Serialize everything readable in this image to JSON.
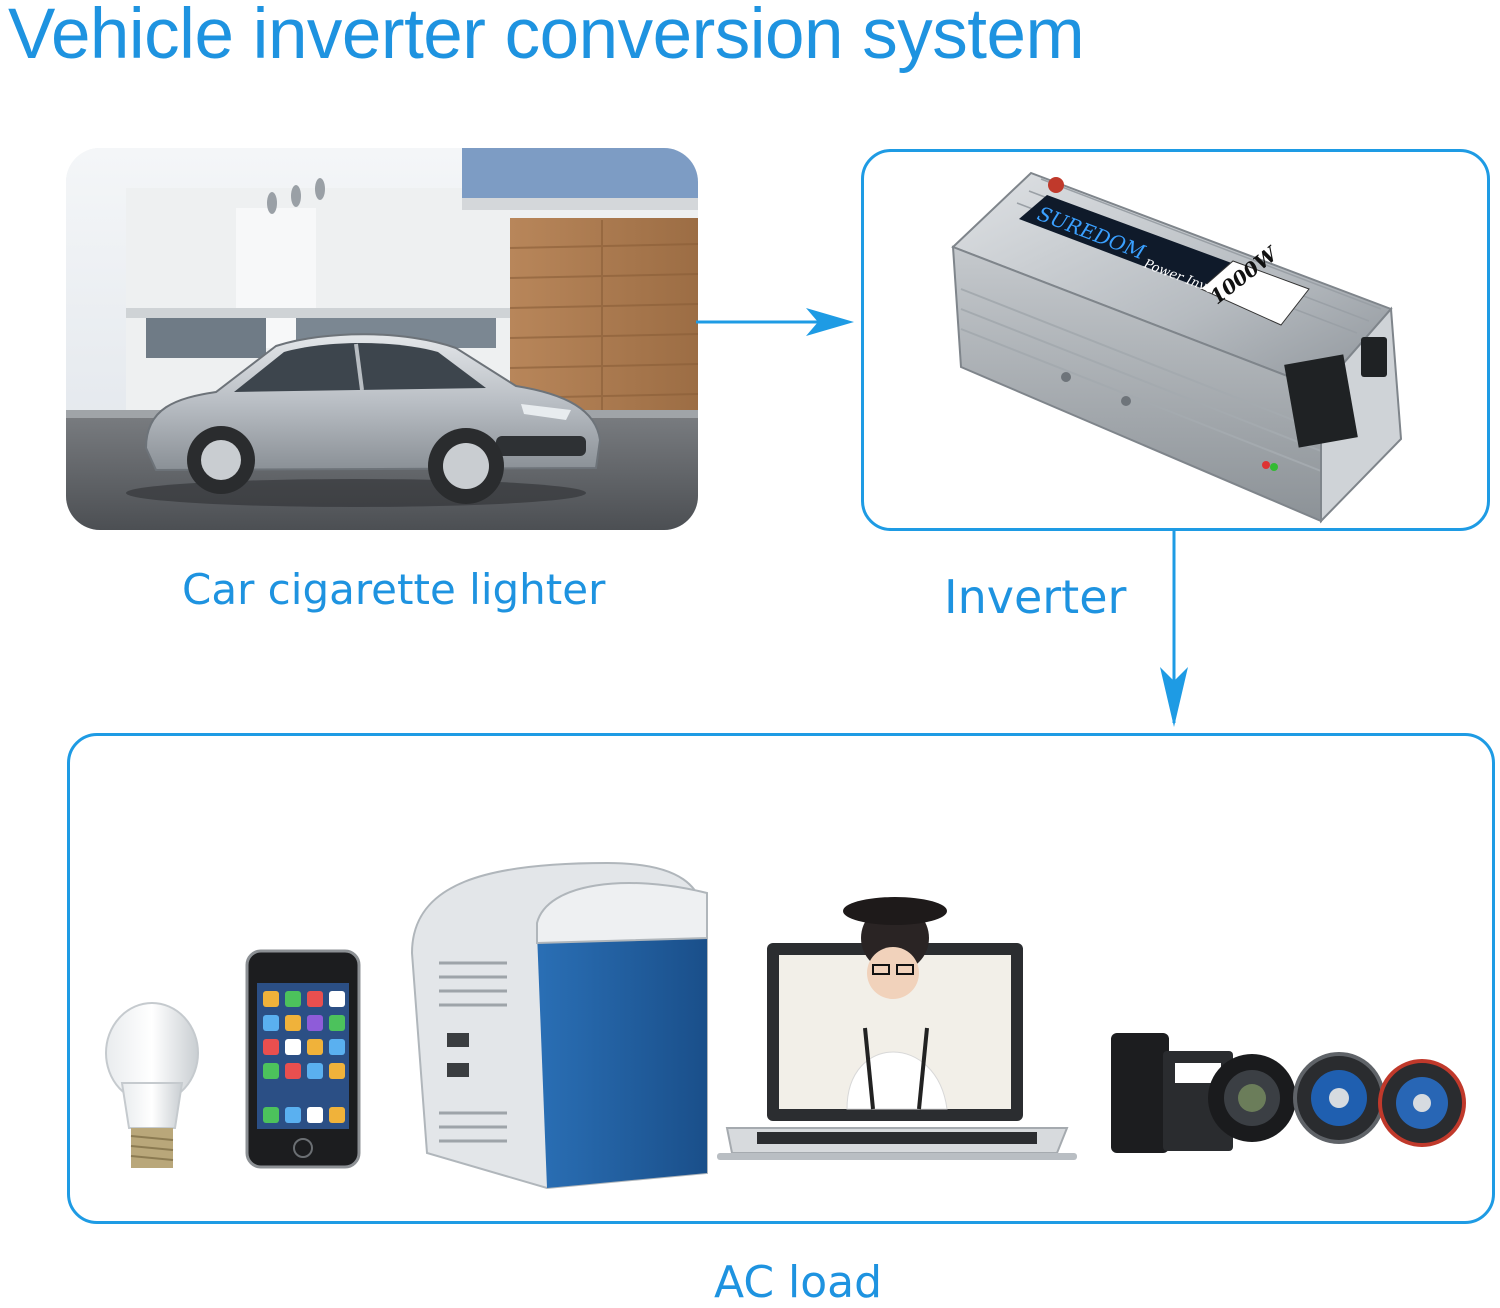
{
  "title": "Vehicle inverter conversion system",
  "labels": {
    "source": "Car cigarette lighter",
    "inverter": "Inverter",
    "load": "AC load"
  },
  "inverter_device": {
    "brand": "SUREDOM",
    "subtitle": "Power Inverter",
    "rating": "1000W"
  },
  "load_items": [
    {
      "name": "light-bulb"
    },
    {
      "name": "smartphone"
    },
    {
      "name": "portable-car-fridge"
    },
    {
      "name": "laptop"
    },
    {
      "name": "camera"
    },
    {
      "name": "car-speakers"
    }
  ],
  "colors": {
    "accent": "#1e93e0",
    "box_border": "#1e9be4"
  }
}
